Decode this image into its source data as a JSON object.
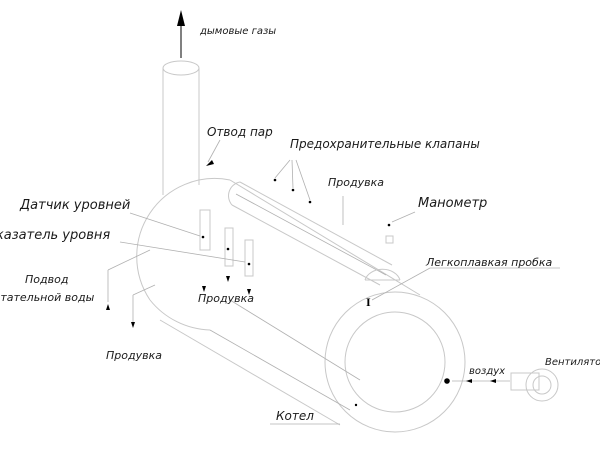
{
  "labels": {
    "flue_gases": "дымовые газы",
    "steam_outlet": "Отвод пар",
    "safety_valves": "Предохранительные клапаны",
    "blowdown_top": "Продувка",
    "manometer": "Манометр",
    "level_sensor": "Датчик уровней",
    "level_indicator": "Указатель уровня",
    "fusible_plug": "Легкоплавкая пробка",
    "feedwater_line1": "Подвод",
    "feedwater_line2": "питательной воды",
    "blowdown_middle": "Продувка",
    "blowdown_bottom": "Продувка",
    "air": "воздух",
    "fan": "Вентилятор",
    "boiler": "Котел"
  },
  "colors": {
    "lines": "#c8c8c8",
    "text": "#1a1a1a",
    "marks": "#000000"
  }
}
